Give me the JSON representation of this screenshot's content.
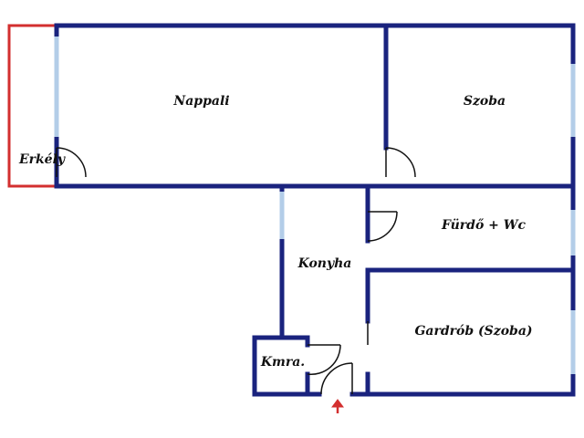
{
  "rooms": {
    "nappali": "Nappali",
    "szoba": "Szoba",
    "erkely": "Erkély",
    "furdo_wc": "Fürdő + Wc",
    "konyha": "Konyha",
    "gardrob": "Gardrób (Szoba)",
    "kamra": "Kmra."
  },
  "colors": {
    "wall": "#1a237e",
    "window": "#b3cde8",
    "balcony": "#d32f2f",
    "door": "#111111",
    "entrance_arrow": "#d32f2f"
  }
}
